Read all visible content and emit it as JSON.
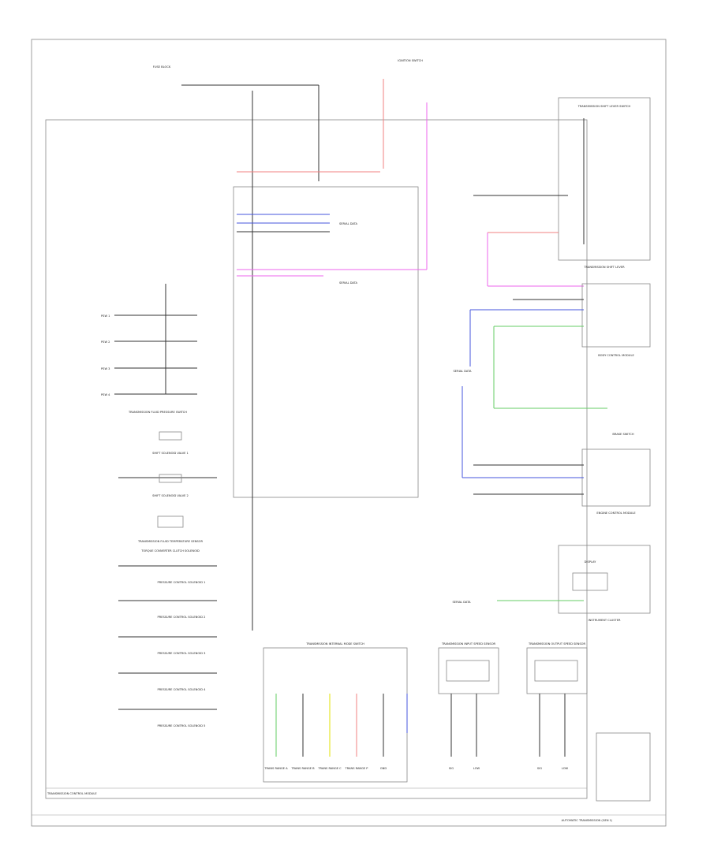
{
  "title": "AUTOMATIC TRANSMISSION (GEN 1)",
  "tcm_label": "TRANSMISSION CONTROL MODULE",
  "footer_code": "",
  "colors": {
    "red": "#f08080",
    "pink": "#ee66ee",
    "blue": "#4455dd",
    "green": "#66cc66",
    "yellow": "#e0e000",
    "black": "#333333",
    "gray": "#999999"
  },
  "components": {
    "tcm": "TRANSMISSION CONTROL MODULE",
    "fuse_block": "FUSE BLOCK",
    "ignition_switch": "IGNITION SWITCH",
    "shift_lever": "TRANSMISSION SHIFT LEVER",
    "shift_lever_sw": "TRANSMISSION SHIFT LEVER SWITCH",
    "body_control": "BODY CONTROL MODULE",
    "engine_control": "ENGINE CONTROL MODULE",
    "instrument_cluster": "INSTRUMENT CLUSTER",
    "range_sw": "TRANSMISSION INTERNAL MODE SWITCH",
    "input_speed": "TRANSMISSION INPUT SPEED SENSOR",
    "output_speed": "TRANSMISSION OUTPUT SPEED SENSOR",
    "serial_data_1": "SERIAL DATA",
    "serial_data_2": "SERIAL DATA",
    "serial_data_3": "SERIAL DATA",
    "serial_data_4": "SERIAL DATA",
    "brake_sw": "BRAKE SWITCH",
    "display": "DISPLAY",
    "pressure_sw": "TRANSMISSION FLUID PRESSURE SWITCH",
    "temp_sensor": "TRANSMISSION FLUID TEMPERATURE SENSOR"
  },
  "solenoids": [
    "SHIFT SOLENOID VALVE 1",
    "SHIFT SOLENOID VALVE 2",
    "TORQUE CONVERTER CLUTCH SOLENOID",
    "PRESSURE CONTROL SOLENOID 1",
    "PRESSURE CONTROL SOLENOID 2",
    "PRESSURE CONTROL SOLENOID 3",
    "PRESSURE CONTROL SOLENOID 4",
    "PRESSURE CONTROL SOLENOID 5"
  ],
  "switch_labels": [
    "PSW 1",
    "PSW 2",
    "PSW 3",
    "PSW 4"
  ],
  "bottom_labels": [
    "TRANS RANGE A",
    "TRANS RANGE B",
    "TRANS RANGE C",
    "TRANS RANGE P",
    "GND",
    "SIG",
    "LOW",
    "SIG",
    "LOW"
  ]
}
